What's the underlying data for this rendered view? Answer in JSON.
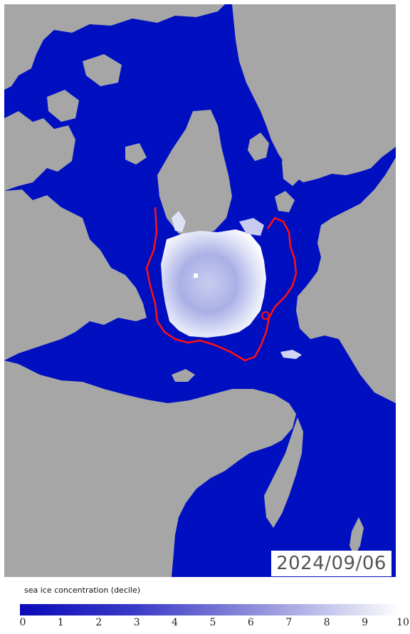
{
  "map": {
    "date": "2024/09/06",
    "colors": {
      "ocean": "#0010c0",
      "land": "#a6a6a6",
      "ice_low": "#1c1cc0",
      "ice_high": "#ffffff",
      "median_edge": "#ff1010"
    }
  },
  "legend": {
    "title": "sea ice concentration (decile)",
    "ticks": [
      "0",
      "1",
      "2",
      "3",
      "4",
      "5",
      "6",
      "7",
      "8",
      "9",
      "10"
    ]
  }
}
